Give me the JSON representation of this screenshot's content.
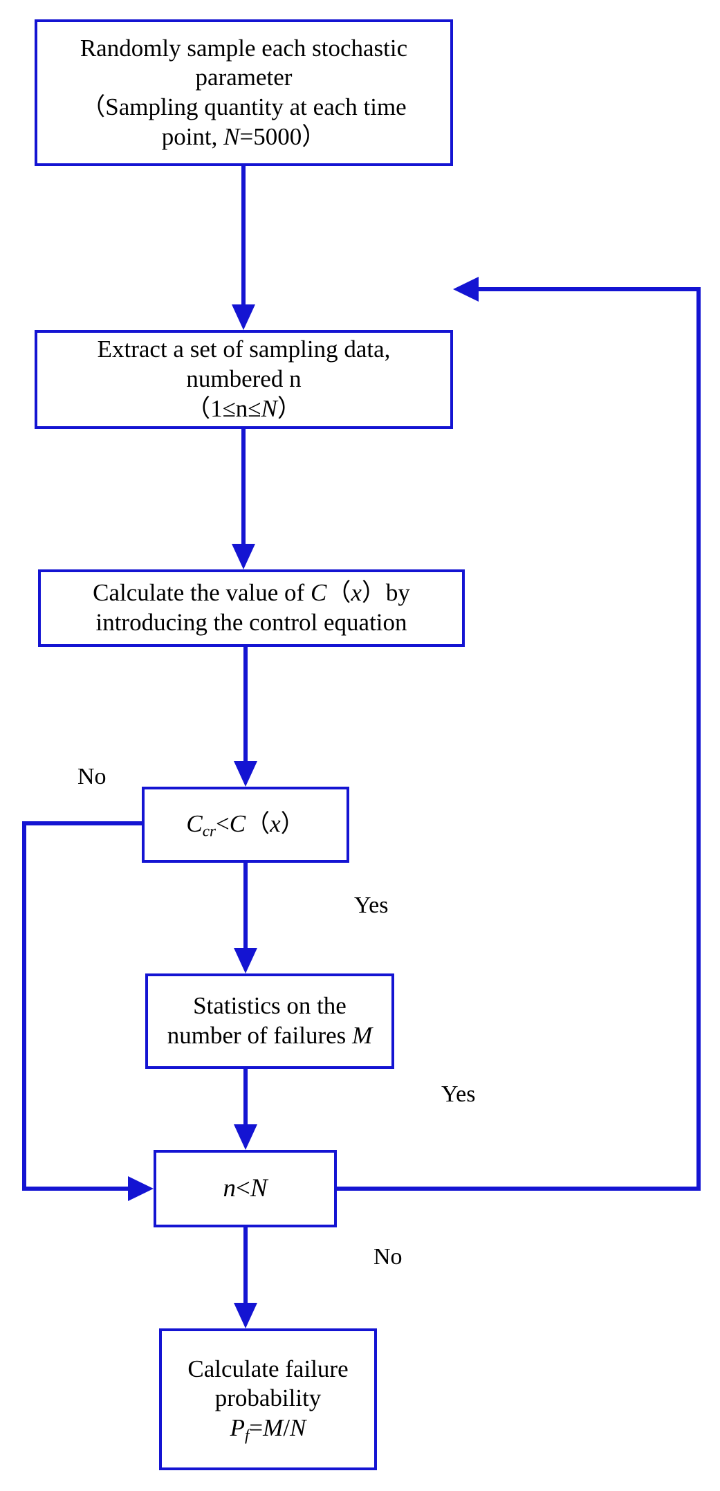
{
  "diagram": {
    "title": "Monte Carlo failure probability flowchart",
    "line_color": "#1414d2",
    "text_color": "#000000",
    "background": "#ffffff"
  },
  "nodes": [
    {
      "id": "n1",
      "name": "random-sampling-box",
      "shape": "rectangle",
      "lines": [
        "Randomly sample each stochastic",
        "parameter",
        "（Sampling quantity at each time",
        "point, N=5000）"
      ],
      "text": "Randomly sample each stochastic parameter（Sampling quantity at each time point, N=5000）",
      "variables": {
        "N": "5000"
      }
    },
    {
      "id": "n2",
      "name": "extract-sampling-data-box",
      "shape": "rectangle",
      "lines": [
        "Extract a set of sampling data,",
        "numbered n",
        "（1≤n≤N）"
      ],
      "text": "Extract a set of sampling data, numbered n （1≤n≤N）"
    },
    {
      "id": "n3",
      "name": "calculate-cx-box",
      "shape": "rectangle",
      "lines": [
        "Calculate the value of C（x）by",
        "introducing the control equation"
      ],
      "text": "Calculate the value of C（x）by introducing the control equation"
    },
    {
      "id": "n4",
      "name": "decision-ccr-lt-cx",
      "shape": "rectangle",
      "lines": [
        "Ccr<C（x）"
      ],
      "text": "Ccr<C（x）"
    },
    {
      "id": "n5",
      "name": "statistics-failures-box",
      "shape": "rectangle",
      "lines": [
        "Statistics on the",
        "number of failures M"
      ],
      "text": "Statistics on the number of failures M"
    },
    {
      "id": "n6",
      "name": "decision-n-lt-n",
      "shape": "rectangle",
      "lines": [
        "n<N"
      ],
      "text": "n<N"
    },
    {
      "id": "n7",
      "name": "calculate-failure-probability-box",
      "shape": "rectangle",
      "lines": [
        "Calculate failure",
        "probability",
        "Pf=M/N"
      ],
      "text": "Calculate failure probability Pf=M/N"
    }
  ],
  "edge_labels": {
    "no_from_ccr": "No",
    "yes_from_ccr": "Yes",
    "yes_from_nltn": "Yes",
    "no_from_nltn": "No"
  },
  "edges": [
    {
      "from": "n1",
      "to": "n2",
      "label": "",
      "style": "arrow-down"
    },
    {
      "from": "n2",
      "to": "n3",
      "label": "",
      "style": "arrow-down"
    },
    {
      "from": "n3",
      "to": "n4",
      "label": "",
      "style": "arrow-down"
    },
    {
      "from": "n4",
      "to": "n6",
      "label": "No",
      "style": "left-loop-down-arrow-right"
    },
    {
      "from": "n4",
      "to": "n5",
      "label": "Yes",
      "style": "arrow-down"
    },
    {
      "from": "n5",
      "to": "n6",
      "label": "",
      "style": "arrow-down"
    },
    {
      "from": "n6",
      "to": "n2",
      "label": "Yes",
      "style": "right-loop-up-arrow-left"
    },
    {
      "from": "n6",
      "to": "n7",
      "label": "No",
      "style": "arrow-down"
    }
  ]
}
